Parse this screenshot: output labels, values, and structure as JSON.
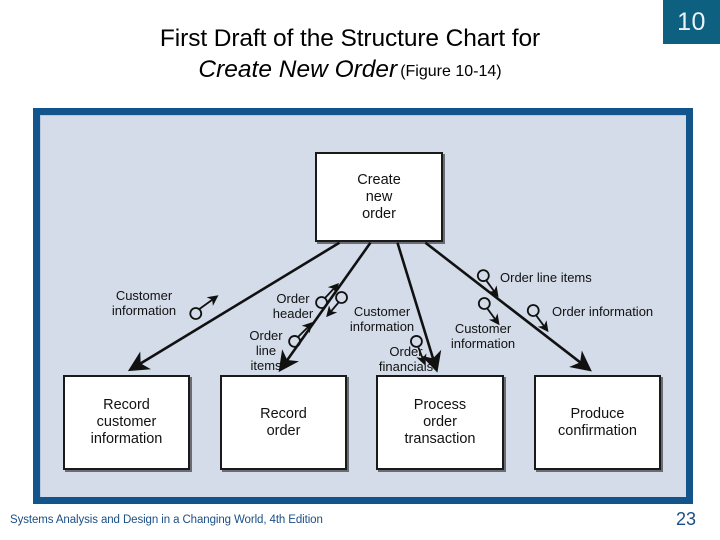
{
  "slide": {
    "badge_number": "10",
    "title_line_1": "First Draft of the Structure Chart for",
    "title_subject": "Create New Order",
    "title_figure_ref": "(Figure 10-14)",
    "footer_source": "Systems Analysis and Design in a Changing World, 4th Edition",
    "footer_page_number": "23",
    "colors": {
      "badge_background": "#0d6080",
      "frame_border": "#14548c",
      "diagram_background": "#d3dce8",
      "module_fill": "#ffffff",
      "module_stroke": "#1a1a1a",
      "footer_text": "#1b4f86",
      "title_text": "#000000"
    }
  },
  "chart_data": {
    "type": "diagram",
    "diagram_kind": "structure-chart",
    "title": "First Draft of the Structure Chart for Create New Order (Figure 10-14)",
    "modules": [
      {
        "id": "create-new-order",
        "label_lines": [
          "Create",
          "new",
          "order"
        ],
        "level": 0
      },
      {
        "id": "record-customer",
        "label_lines": [
          "Record",
          "customer",
          "information"
        ],
        "level": 1
      },
      {
        "id": "record-order",
        "label_lines": [
          "Record",
          "order"
        ],
        "level": 1
      },
      {
        "id": "process-order",
        "label_lines": [
          "Process",
          "order",
          "transaction"
        ],
        "level": 1
      },
      {
        "id": "produce-confirm",
        "label_lines": [
          "Produce",
          "confirmation"
        ],
        "level": 1
      }
    ],
    "connections": [
      {
        "from": "create-new-order",
        "to": "record-customer"
      },
      {
        "from": "create-new-order",
        "to": "record-order"
      },
      {
        "from": "create-new-order",
        "to": "process-order"
      },
      {
        "from": "create-new-order",
        "to": "produce-confirm"
      }
    ],
    "data_couples": [
      {
        "id": "customer-information-1",
        "label_lines": [
          "Customer",
          "information"
        ],
        "direction": "up",
        "on_connection": "create-new-order -> record-customer"
      },
      {
        "id": "order-header",
        "label_lines": [
          "Order",
          "header"
        ],
        "direction": "up",
        "on_connection": "create-new-order -> record-order"
      },
      {
        "id": "order-line-items-1",
        "label_lines": [
          "Order",
          "line",
          "items"
        ],
        "direction": "up",
        "on_connection": "create-new-order -> record-order"
      },
      {
        "id": "customer-information-2",
        "label_lines": [
          "Customer",
          "information"
        ],
        "direction": "down",
        "on_connection": "create-new-order -> record-order"
      },
      {
        "id": "order-financials",
        "label_lines": [
          "Order",
          "financials"
        ],
        "direction": "down",
        "on_connection": "create-new-order -> process-order"
      },
      {
        "id": "customer-information-3",
        "label_lines": [
          "Customer",
          "information"
        ],
        "direction": "down",
        "on_connection": "create-new-order -> process-order"
      },
      {
        "id": "order-line-items-2",
        "label_lines": [
          "Order line items"
        ],
        "direction": "down",
        "on_connection": "create-new-order -> produce-confirm"
      },
      {
        "id": "order-information",
        "label_lines": [
          "Order information"
        ],
        "direction": "down",
        "on_connection": "create-new-order -> produce-confirm"
      }
    ]
  }
}
